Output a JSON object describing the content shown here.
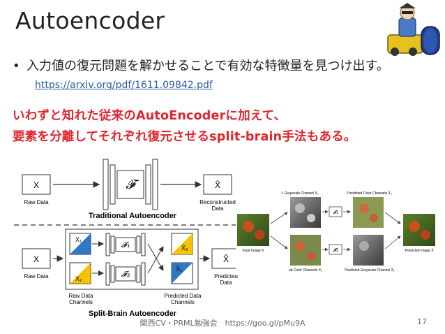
{
  "slide": {
    "title": "Autoencoder",
    "bullet_text": "入力値の復元問題を解かせることで有効な特徴量を見つけ出す。",
    "bullet_link": "https://arxiv.org/pdf/1611.09842.pdf",
    "red_line_1": "いわずと知れた従来のAutoEncoderに加えて、",
    "red_line_2": "要素を分離してそれぞれ復元させるsplit-brain手法もある。"
  },
  "diagram": {
    "x_label": "X",
    "x_hat_label": "X̂",
    "f_label": "𝓕",
    "f1_label": "𝓕₁",
    "f2_label": "𝓕₂",
    "raw_data": "Raw Data",
    "reconstructed": "Reconstructed",
    "data": "Data",
    "traditional_title": "Traditional Autoencoder",
    "x1": "X₁",
    "x2": "X₂",
    "x1_hat": "X̂₁",
    "x2_hat": "X̂₂",
    "predicted": "Predicted",
    "raw_data_channels_1": "Raw Data",
    "raw_data_channels_2": "Channels",
    "predicted_data_channels_1": "Predicted Data",
    "predicted_data_channels_2": "Channels",
    "split_title": "Split-Brain Autoencoder"
  },
  "photo_figure": {
    "l_channel": "L Grayscale Channel  X₁",
    "pred_color": "Predicted Color Channels  X̂₂",
    "input_image": "Input Image X",
    "predicted_image": "Predicted Image  X̂",
    "ab_channel": "ab Color Channels  X₂",
    "pred_gray": "Predicted Grayscale Channel  X̂₁",
    "f1": "𝓕₁",
    "f2": "𝓕₂"
  },
  "footer": {
    "text": "関西CV・PRML勉強会　https://goo.gl/pMu9A",
    "page": "17"
  },
  "colors": {
    "red_text": "#e0262d",
    "link": "#2e5aa8",
    "blue_fill": "#2f78c8",
    "yellow_fill": "#f2c500"
  }
}
